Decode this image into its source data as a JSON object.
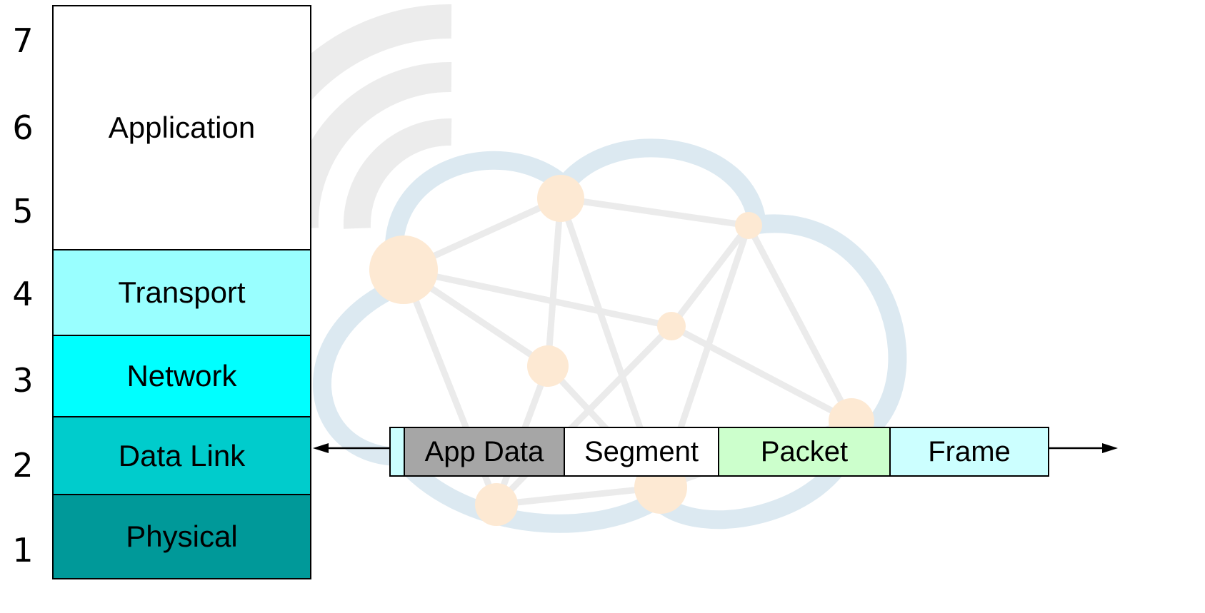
{
  "layer_numbers": [
    "7",
    "6",
    "5",
    "4",
    "3",
    "2",
    "1"
  ],
  "layers": [
    {
      "label": "Application",
      "color": "#ffffff"
    },
    {
      "label": "Transport",
      "color": "#99ffff"
    },
    {
      "label": "Network",
      "color": "#00ffff"
    },
    {
      "label": "Data Link",
      "color": "#00cccc"
    },
    {
      "label": "Physical",
      "color": "#009999"
    }
  ],
  "frame": {
    "segments": [
      {
        "label": "",
        "color": "#ccffff"
      },
      {
        "label": "App Data",
        "color": "#a6a6a6"
      },
      {
        "label": "Segment",
        "color": "#ffffff"
      },
      {
        "label": "Packet",
        "color": "#ccffcc"
      },
      {
        "label": "Frame",
        "color": "#ccffff"
      }
    ]
  }
}
